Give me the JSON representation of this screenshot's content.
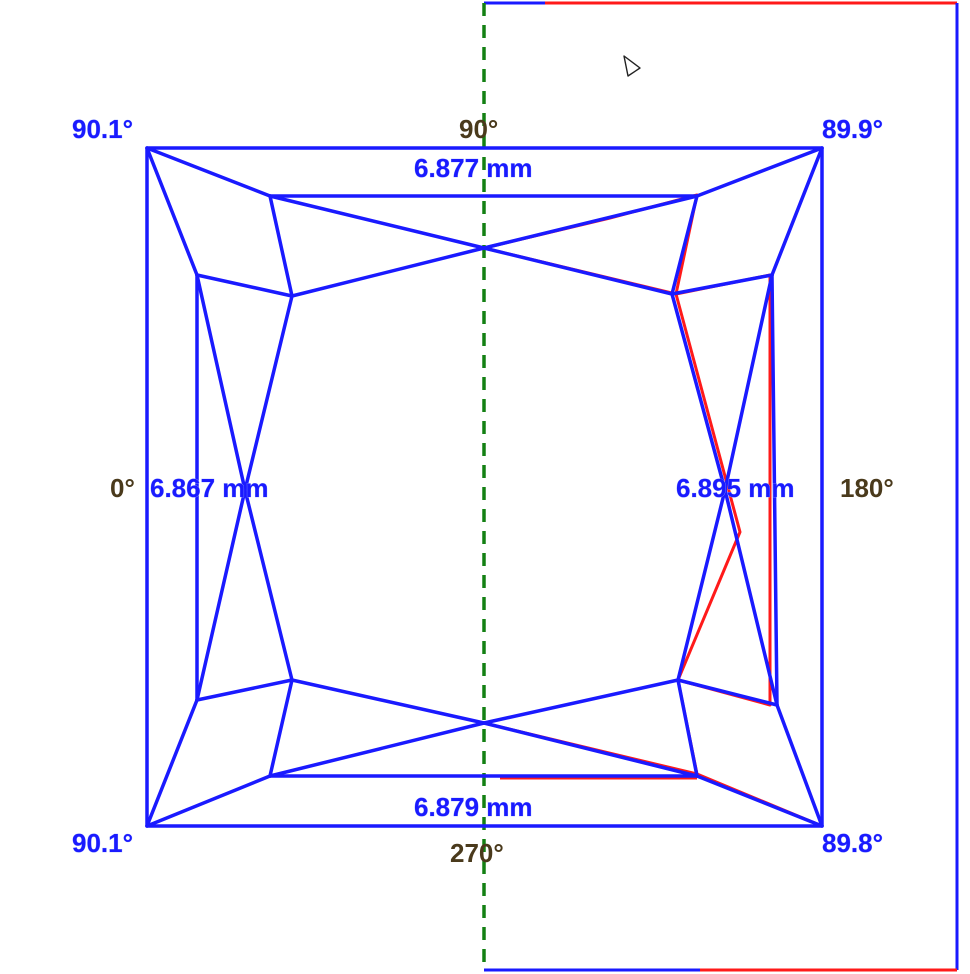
{
  "colors": {
    "outline": "#1a1aff",
    "overlay": "#ff1a1a",
    "axis": "#138013",
    "dark_label": "#4a3a1c"
  },
  "labels": {
    "corner_top_left": "90.1°",
    "corner_top_right": "89.9°",
    "corner_bottom_left": "90.1°",
    "corner_bottom_right": "89.8°",
    "angle_top": "90°",
    "angle_left": "0°",
    "angle_right": "180°",
    "angle_bottom": "270°",
    "width_top": "6.877 mm",
    "width_left": "6.867 mm",
    "width_right": "6.895 mm",
    "width_bottom": "6.879 mm"
  },
  "icons": {
    "pointer": "cursor-arrow-icon"
  }
}
